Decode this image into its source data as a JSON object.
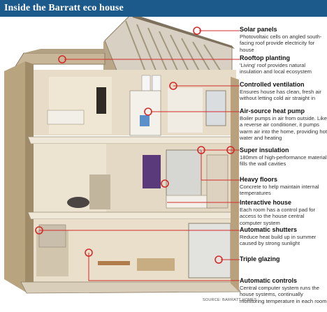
{
  "title": "Inside the Barratt eco house",
  "source": "SOURCE: BARRATT HOMES",
  "colors": {
    "title_bar": "#1d5a8c",
    "marker": "#d42b2b",
    "wall": "#cbb89b",
    "wall_dark": "#a58f70",
    "floor_slab": "#efe7d8",
    "roof": "#d5ccbd",
    "room_back": "#e8dfcd"
  },
  "annotations": [
    {
      "id": "solar-panels",
      "heading": "Solar panels",
      "desc": "Photovoltaic cells on angled south-facing roof provide electricity for house"
    },
    {
      "id": "rooftop-planting",
      "heading": "Rooftop planting",
      "desc": "'Living' roof provides natural insulation and local ecosystem"
    },
    {
      "id": "controlled-ventilation",
      "heading": "Controlled ventilation",
      "desc": "Ensures house has clean, fresh air without letting cold air straight in"
    },
    {
      "id": "air-source-heat-pump",
      "heading": "Air-source heat pump",
      "desc": "Boiler pumps in air from outside. Like a reverse air conditioner, it pumps warm air into the home, providing hot water and heating"
    },
    {
      "id": "super-insulation",
      "heading": "Super insulation",
      "desc": "180mm of high-performance material fills the wall cavities"
    },
    {
      "id": "heavy-floors",
      "heading": "Heavy floors",
      "desc": "Concrete to help maintain internal temperatures"
    },
    {
      "id": "interactive-house",
      "heading": "Interactive house",
      "desc": "Each room has a control pad for access to the house central computer system"
    },
    {
      "id": "automatic-shutters",
      "heading": "Automatic shutters",
      "desc": "Reduce heat build up in summer caused by strong sunlight"
    },
    {
      "id": "triple-glazing",
      "heading": "Triple glazing",
      "desc": ""
    },
    {
      "id": "automatic-controls",
      "heading": "Automatic controls",
      "desc": "Central computer system runs the house systems, continually monitoring temperature in each room"
    }
  ]
}
